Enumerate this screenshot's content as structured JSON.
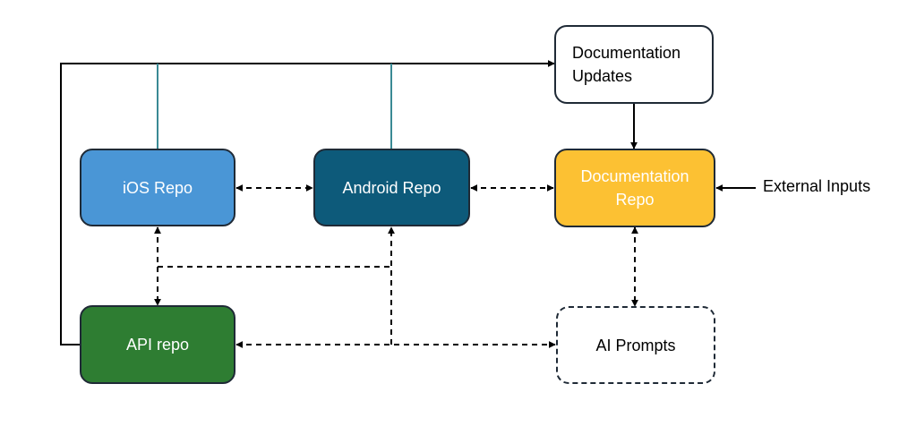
{
  "nodes": {
    "doc_updates": {
      "label": "Documentation\nUpdates",
      "fill": "#ffffff",
      "text_color": "#000000"
    },
    "ios_repo": {
      "label": "iOS Repo",
      "fill": "#4a96d6",
      "text_color": "#ffffff"
    },
    "android_repo": {
      "label": "Android Repo",
      "fill": "#0d5a7a",
      "text_color": "#ffffff"
    },
    "doc_repo": {
      "label": "Documentation\nRepo",
      "fill": "#fcc133",
      "text_color": "#ffffff"
    },
    "api_repo": {
      "label": "API repo",
      "fill": "#2e7d32",
      "text_color": "#ffffff"
    },
    "ai_prompts": {
      "label": "AI Prompts",
      "fill": "#ffffff",
      "text_color": "#000000"
    }
  },
  "external_inputs_label": "External Inputs",
  "colors": {
    "line": "#000000",
    "teal_line": "#3a8a94",
    "border": "#1f2a36"
  }
}
